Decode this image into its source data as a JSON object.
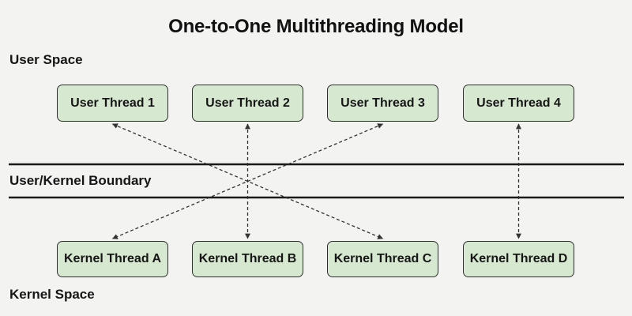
{
  "title": "One-to-One Multithreading Model",
  "labels": {
    "user_space": "User Space",
    "boundary": "User/Kernel Boundary",
    "kernel_space": "Kernel Space"
  },
  "user_threads": [
    {
      "label": "User Thread 1"
    },
    {
      "label": "User Thread 2"
    },
    {
      "label": "User Thread 3"
    },
    {
      "label": "User Thread 4"
    }
  ],
  "kernel_threads": [
    {
      "label": "Kernel Thread A"
    },
    {
      "label": "Kernel Thread B"
    },
    {
      "label": "Kernel Thread C"
    },
    {
      "label": "Kernel Thread D"
    }
  ],
  "connections": [
    {
      "from": "User Thread 1",
      "to": "Kernel Thread C",
      "style": "dashed-double-arrow"
    },
    {
      "from": "User Thread 2",
      "to": "Kernel Thread B",
      "style": "dashed-double-arrow"
    },
    {
      "from": "User Thread 3",
      "to": "Kernel Thread A",
      "style": "dashed-double-arrow"
    },
    {
      "from": "User Thread 4",
      "to": "Kernel Thread D",
      "style": "dashed-double-arrow"
    }
  ],
  "colors": {
    "background": "#f3f3f1",
    "box_fill": "#d7e8d1",
    "box_border": "#2e2e2e",
    "boundary_line": "#1a1a1a",
    "arrow": "#333333",
    "text": "#161616"
  }
}
